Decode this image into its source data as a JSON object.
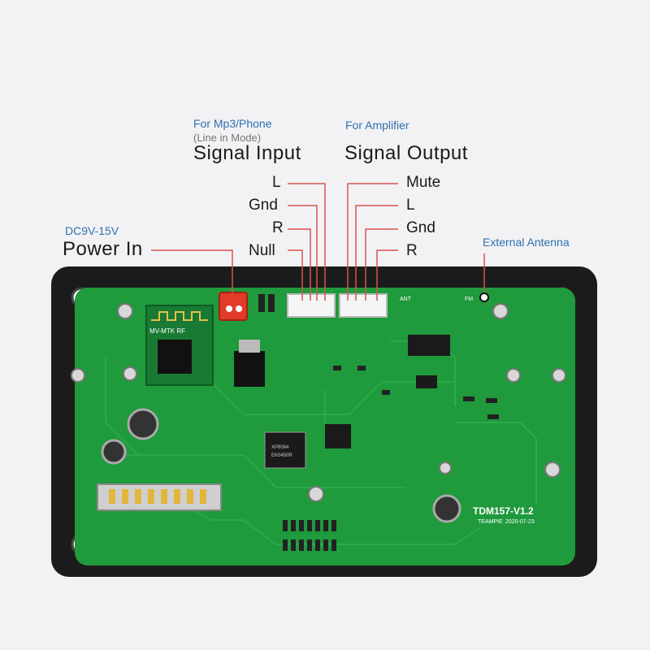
{
  "input": {
    "source": "For Mp3/Phone",
    "mode": "(Line in Mode)",
    "title": "Signal  Input",
    "pins": [
      "L",
      "Gnd",
      "R",
      "Null"
    ]
  },
  "output": {
    "target": "For Amplifier",
    "title": "Signal  Output",
    "pins": [
      "Mute",
      "L",
      "Gnd",
      "R"
    ]
  },
  "power": {
    "voltage": "DC9V-15V",
    "title": "Power In"
  },
  "antenna": {
    "title": "External Antenna"
  },
  "board": {
    "model": "TDM157-V1.2",
    "maker": "TEAMPIE",
    "date": "2020-07-23",
    "bt_module": "MV-MTK RF",
    "chip": "XP8064",
    "chip_sub": "EK0450R",
    "fm": "FM",
    "ant": "ANT"
  },
  "colors": {
    "pcb": "#1f9a3c",
    "pcb_dark": "#157a2d",
    "bezel": "#1b1b1b",
    "leader": "#d9534f",
    "label_blue": "#2f6fb0"
  }
}
